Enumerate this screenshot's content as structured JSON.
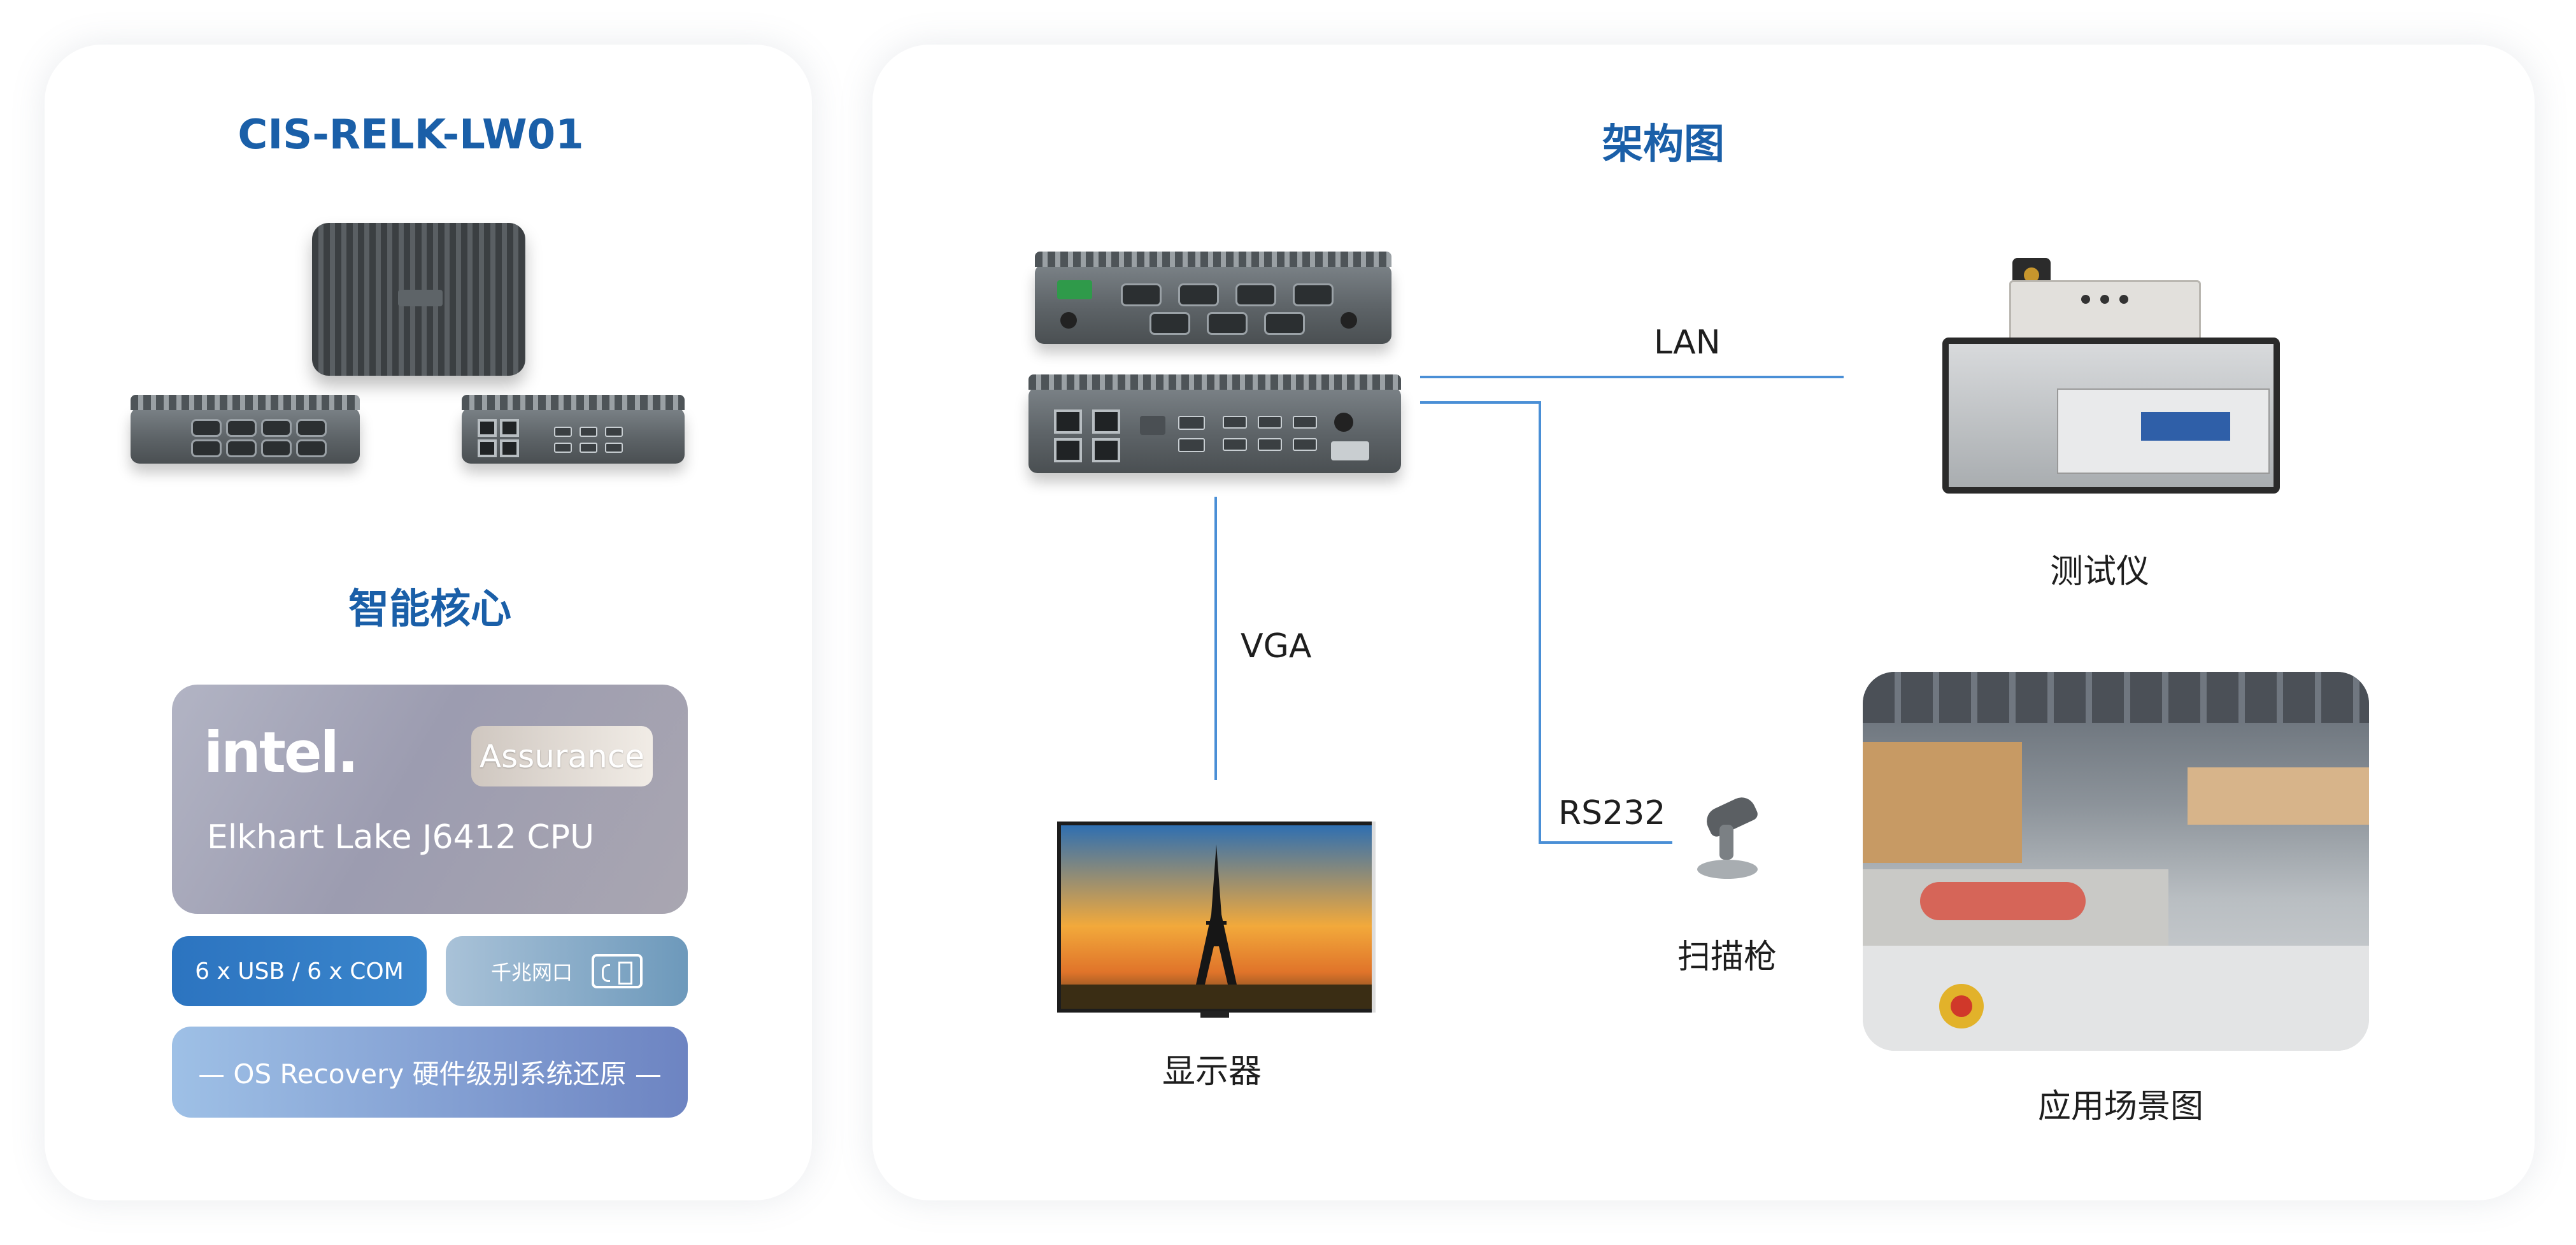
{
  "left_panel": {
    "product_title": "CIS-RELK-LW01",
    "section_title": "智能核心",
    "cpu_card": {
      "brand": "intel.",
      "badge": "Assurance",
      "cpu": "Elkhart Lake J6412 CPU"
    },
    "pills": {
      "usb_com": "6 x USB  /  6 x COM",
      "lan": "千兆网口",
      "os": "— OS Recovery 硬件级别系统还原 —"
    }
  },
  "right_panel": {
    "title": "架构图",
    "links": {
      "lan": "LAN",
      "vga": "VGA",
      "rs232": "RS232"
    },
    "devices": {
      "tester": "测试仪",
      "scanner": "扫描枪",
      "display": "显示器",
      "scene": "应用场景图"
    }
  },
  "colors": {
    "title_blue": "#1a5fa8",
    "line_blue": "#4a8fd6"
  }
}
